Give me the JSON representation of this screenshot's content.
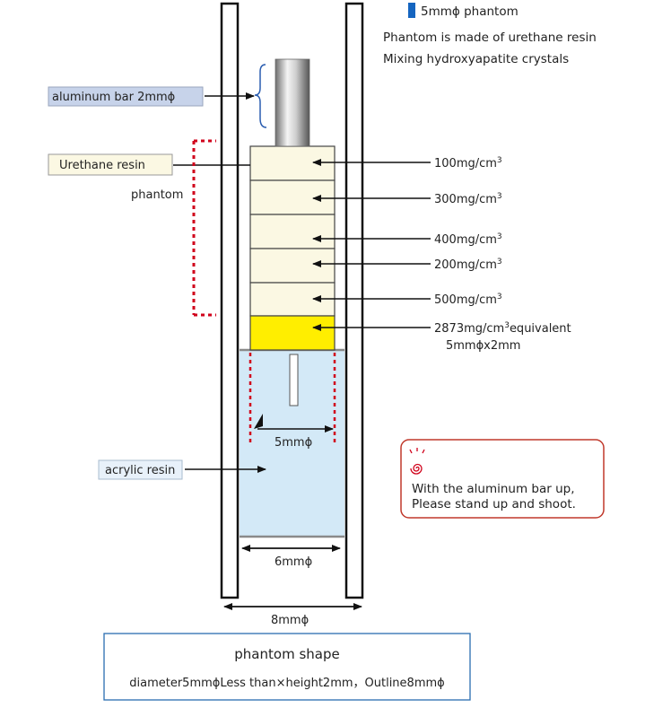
{
  "header": {
    "title": "5mmϕ phantom",
    "line1": "Phantom is made of urethane resin",
    "line2": "Mixing hydroxyapatite crystals",
    "accent_color": "#1565c0"
  },
  "labels": {
    "aluminum_bar": "aluminum bar 2mmϕ",
    "urethane_resin": "Urethane resin",
    "phantom": "phantom",
    "acrylic_resin": "acrylic resin",
    "inner_diameter": "5mmϕ",
    "middle_diameter": "6mmϕ",
    "outer_diameter": "8mmϕ"
  },
  "densities": [
    {
      "value": "100mg/cm",
      "sup": "3"
    },
    {
      "value": "300mg/cm",
      "sup": "3"
    },
    {
      "value": "400mg/cm",
      "sup": "3"
    },
    {
      "value": "200mg/cm",
      "sup": "3"
    },
    {
      "value": "500mg/cm",
      "sup": "3"
    },
    {
      "value": "2873mg/cm",
      "sup": "3",
      "suffix": "equivalent",
      "note": "5mmϕx2mm"
    }
  ],
  "notice": {
    "icon": "spiral-icon",
    "line1": "With the aluminum bar up,",
    "line2": "Please stand up and shoot.",
    "border_color": "#c0392b"
  },
  "shape_box": {
    "title": "phantom shape",
    "description": "diameter5mmϕLess than×height2mm，Outline8mmϕ",
    "border_color": "#2a6db0"
  },
  "colors": {
    "urethane": "#fbf8e3",
    "calibration_yellow": "#ffee00",
    "acrylic": "#d3e9f7",
    "aluminum_label_bg": "#c7d3ea",
    "dotted_red": "#d0021b",
    "brace_blue": "#2a5db0"
  }
}
